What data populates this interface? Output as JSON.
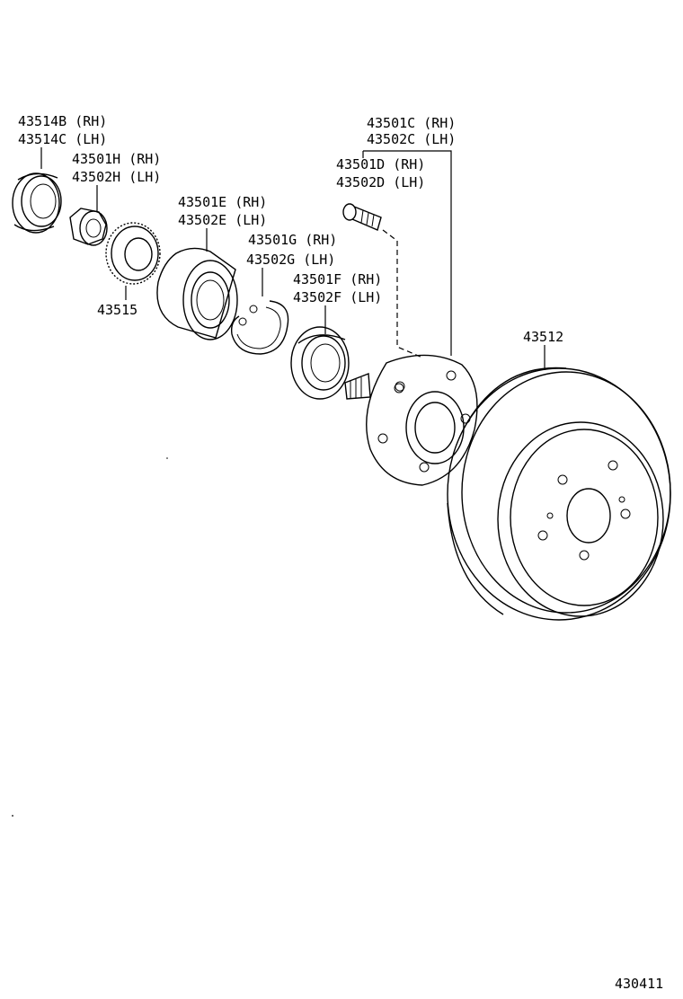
{
  "diagram": {
    "callouts": [
      {
        "id": "c1",
        "lines": [
          "43514B (RH)",
          "43514C (LH)"
        ]
      },
      {
        "id": "c2",
        "lines": [
          "43501H (RH)",
          "43502H (LH)"
        ]
      },
      {
        "id": "c3",
        "lines": [
          "43515"
        ]
      },
      {
        "id": "c4",
        "lines": [
          "43501E (RH)",
          "43502E (LH)"
        ]
      },
      {
        "id": "c5",
        "lines": [
          "43501G (RH)",
          "43502G (LH)"
        ]
      },
      {
        "id": "c6",
        "lines": [
          "43501F (RH)",
          "43502F (LH)"
        ]
      },
      {
        "id": "c7",
        "lines": [
          "43501D (RH)",
          "43502D (LH)"
        ]
      },
      {
        "id": "c8",
        "lines": [
          "43501C (RH)",
          "43502C (LH)"
        ]
      },
      {
        "id": "c9",
        "lines": [
          "43512"
        ]
      }
    ],
    "figure_code": "430411"
  }
}
